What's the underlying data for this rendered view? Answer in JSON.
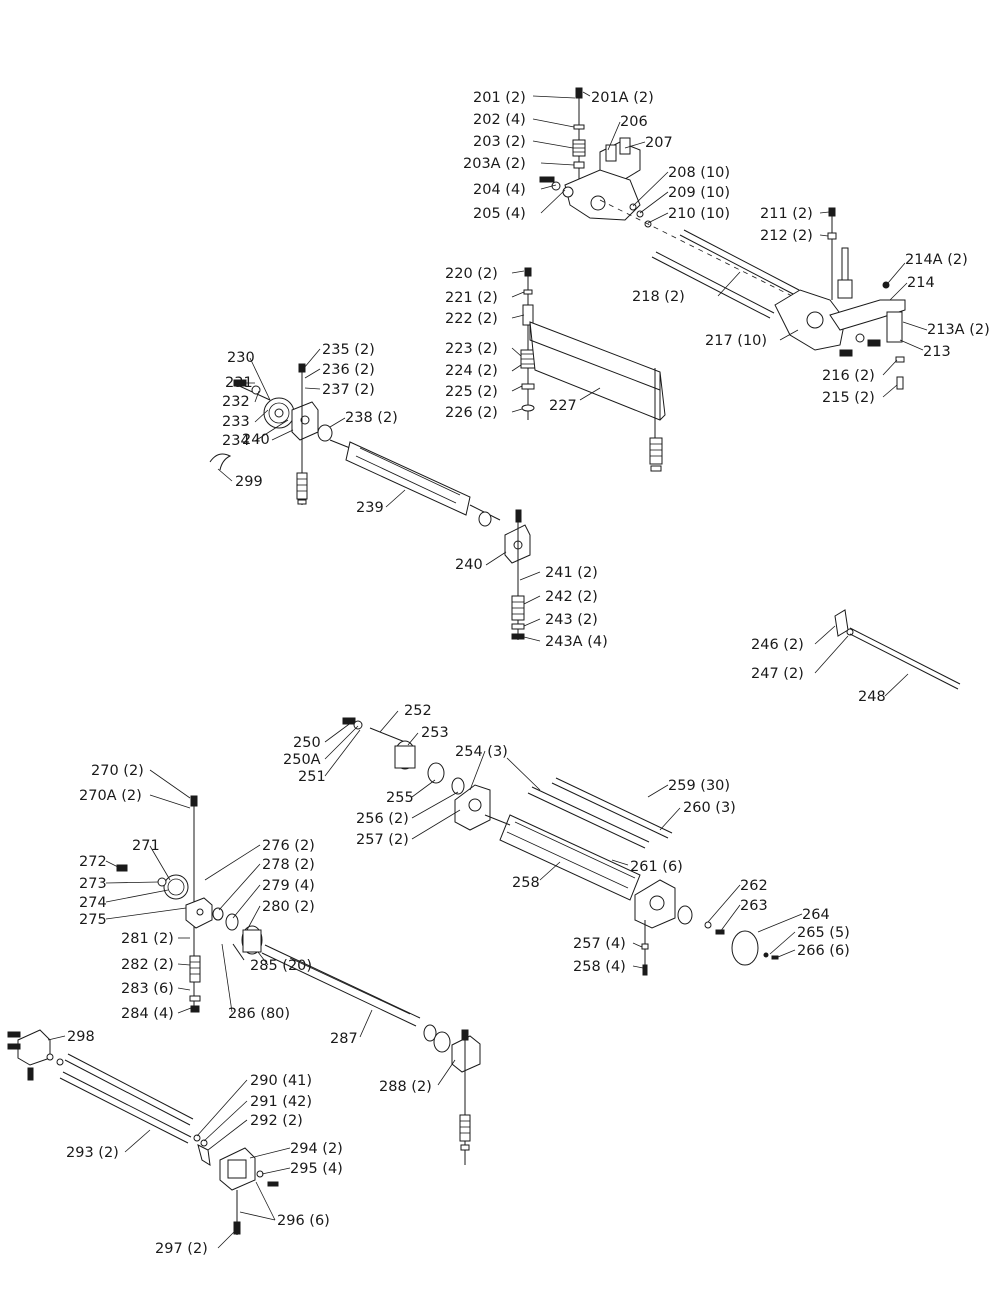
{
  "labels": {
    "l201": "201 (2)",
    "l201a": "201A (2)",
    "l202": "202 (4)",
    "l203": "203 (2)",
    "l203a": "203A (2)",
    "l204": "204 (4)",
    "l205": "205 (4)",
    "l206": "206",
    "l207": "207",
    "l208": "208 (10)",
    "l209": "209 (10)",
    "l210": "210 (10)",
    "l211": "211 (2)",
    "l212": "212 (2)",
    "l213": "213",
    "l213a": "213A (2)",
    "l214": "214",
    "l214a": "214A (2)",
    "l215": "215 (2)",
    "l216": "216 (2)",
    "l217": "217 (10)",
    "l218": "218 (2)",
    "l220": "220 (2)",
    "l221": "221 (2)",
    "l222": "222 (2)",
    "l223": "223 (2)",
    "l224": "224 (2)",
    "l225": "225 (2)",
    "l226": "226 (2)",
    "l227": "227",
    "l230": "230",
    "l231": "231",
    "l232": "232",
    "l233": "233",
    "l234": "234",
    "l235": "235 (2)",
    "l236": "236 (2)",
    "l237": "237 (2)",
    "l238": "238 (2)",
    "l239": "239",
    "l240a": "240",
    "l240b": "240",
    "l241": "241 (2)",
    "l242": "242 (2)",
    "l243": "243 (2)",
    "l243a": "243A (4)",
    "l246": "246 (2)",
    "l247": "247 (2)",
    "l248": "248",
    "l250": "250",
    "l250a": "250A",
    "l251": "251",
    "l252": "252",
    "l253": "253",
    "l254": "254 (3)",
    "l255": "255",
    "l256": "256 (2)",
    "l257a": "257 (2)",
    "l257b": "257 (4)",
    "l258a": "258",
    "l258b": "258 (4)",
    "l259": "259 (30)",
    "l260": "260 (3)",
    "l261": "261 (6)",
    "l262": "262",
    "l263": "263",
    "l264": "264",
    "l265": "265 (5)",
    "l266": "266 (6)",
    "l270": "270 (2)",
    "l270a": "270A (2)",
    "l271": "271",
    "l272": "272",
    "l273": "273",
    "l274": "274",
    "l275": "275",
    "l276": "276 (2)",
    "l278": "278 (2)",
    "l279": "279 (4)",
    "l280": "280 (2)",
    "l281": "281 (2)",
    "l282": "282 (2)",
    "l283": "283 (6)",
    "l284": "284 (4)",
    "l285": "285 (20)",
    "l286": "286 (80)",
    "l287": "287",
    "l288": "288 (2)",
    "l290": "290 (41)",
    "l291": "291 (42)",
    "l292": "292 (2)",
    "l293": "293 (2)",
    "l294": "294 (2)",
    "l295": "295 (4)",
    "l296": "296 (6)",
    "l297": "297 (2)",
    "l298": "298",
    "l299": "299"
  }
}
